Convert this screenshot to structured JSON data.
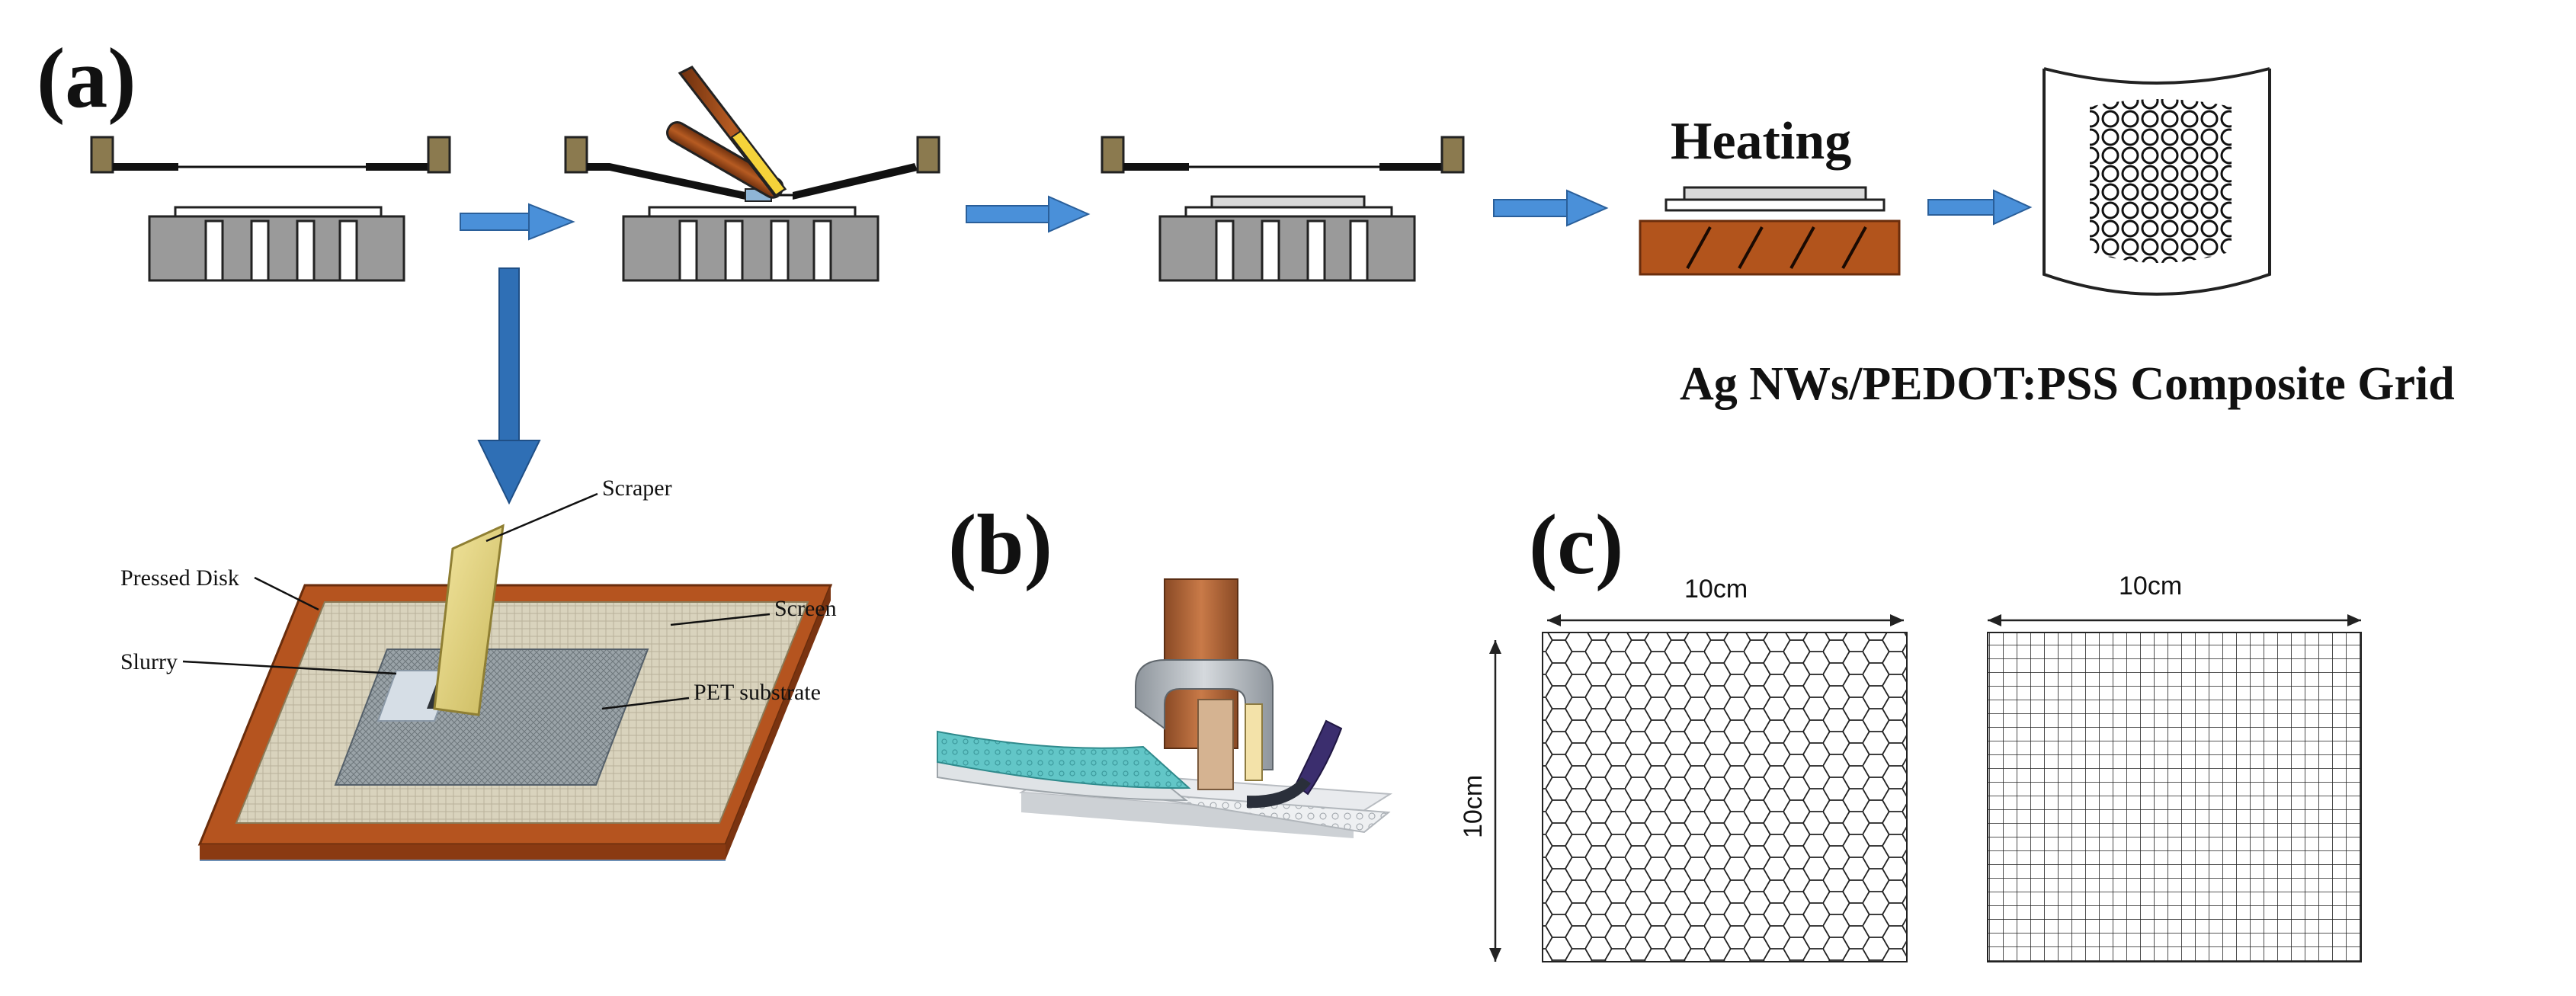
{
  "panels": {
    "a": "(a)",
    "b": "(b)",
    "c": "(c)"
  },
  "step_labels": {
    "heating": "Heating",
    "composite_grid": "Ag NWs/PEDOT:PSS Composite Grid"
  },
  "callouts": {
    "scraper": "Scraper",
    "pressed_disk": "Pressed Disk",
    "screen": "Screen",
    "slurry": "Slurry",
    "pet_substrate": "PET substrate"
  },
  "dimensions": {
    "hex_width": "10cm",
    "hex_height": "10cm",
    "square_width": "10cm"
  },
  "colors": {
    "arrow_blue": "#4a90d9",
    "arrow_dark_blue": "#2f6fb5",
    "frame_brown": "#b5541f",
    "heater_brown": "#b2541c",
    "post_olive": "#8b7a4f",
    "block_gray": "#9a9a9a",
    "scraper_yellow": "#e8d77a",
    "teal_film": "#5fc3c6"
  }
}
